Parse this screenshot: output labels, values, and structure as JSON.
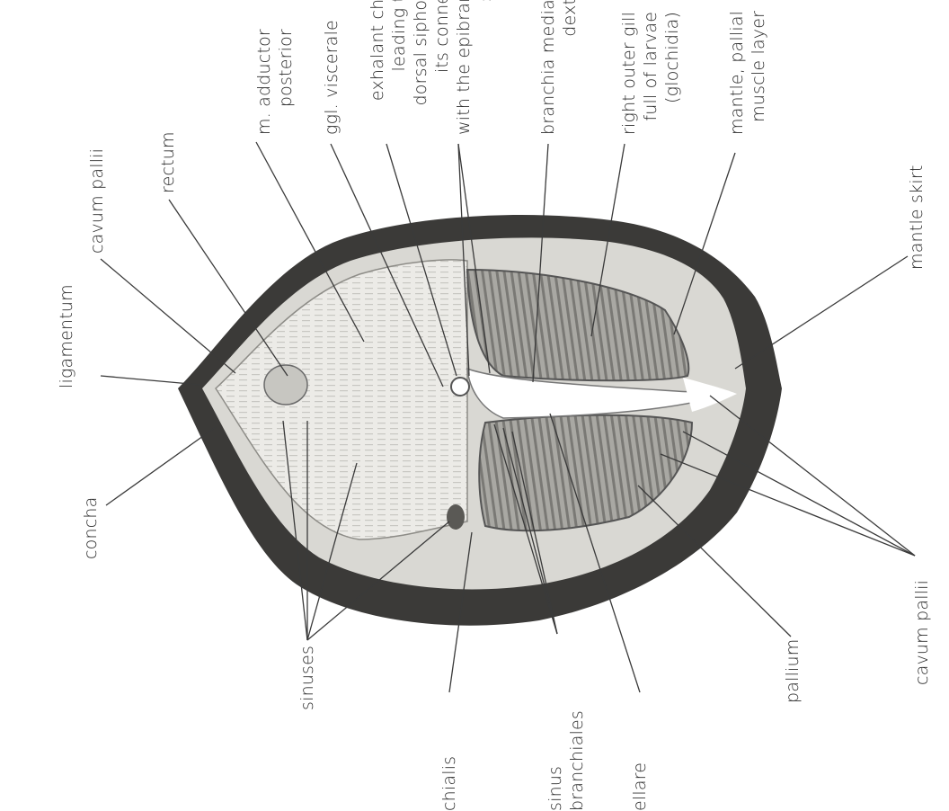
{
  "labels": {
    "ligamentum": "ligamentum",
    "concha": "concha",
    "cavum_pallii_top": "cavum pallii",
    "rectum": "rectum",
    "m_adductor": [
      "m. adductor",
      "posterior"
    ],
    "ggl_viscerale": "ggl. viscerale",
    "exhalant": [
      "exhalant channel",
      "leading to the",
      "dorsal siphon and",
      "its connection",
      "with the epibranchial",
      "space"
    ],
    "branchia_medialis": [
      "branchia medialis",
      "dextra"
    ],
    "right_outer_gill": [
      "right outer gill",
      "full of larvae",
      "(glochidia)"
    ],
    "mantle_pallial": [
      "mantle, pallial",
      "muscle layer"
    ],
    "mantle_skirt": "mantle skirt",
    "cavum_pallii_right": "cavum pallii",
    "sinuses": "sinuses",
    "chialis_fragment": "chialis",
    "sinus_branchiales": [
      "sinus",
      "branchiales"
    ],
    "ellare_fragment": "ellare",
    "pallium": "pallium"
  },
  "colors": {
    "shell": "#3b3a38",
    "tissue_light": "#e9e8e4",
    "tissue_mid": "#bdbcb7",
    "tissue_dark": "#7c7b77",
    "line": "#3a3a3a",
    "text": "#2a2a2a"
  }
}
